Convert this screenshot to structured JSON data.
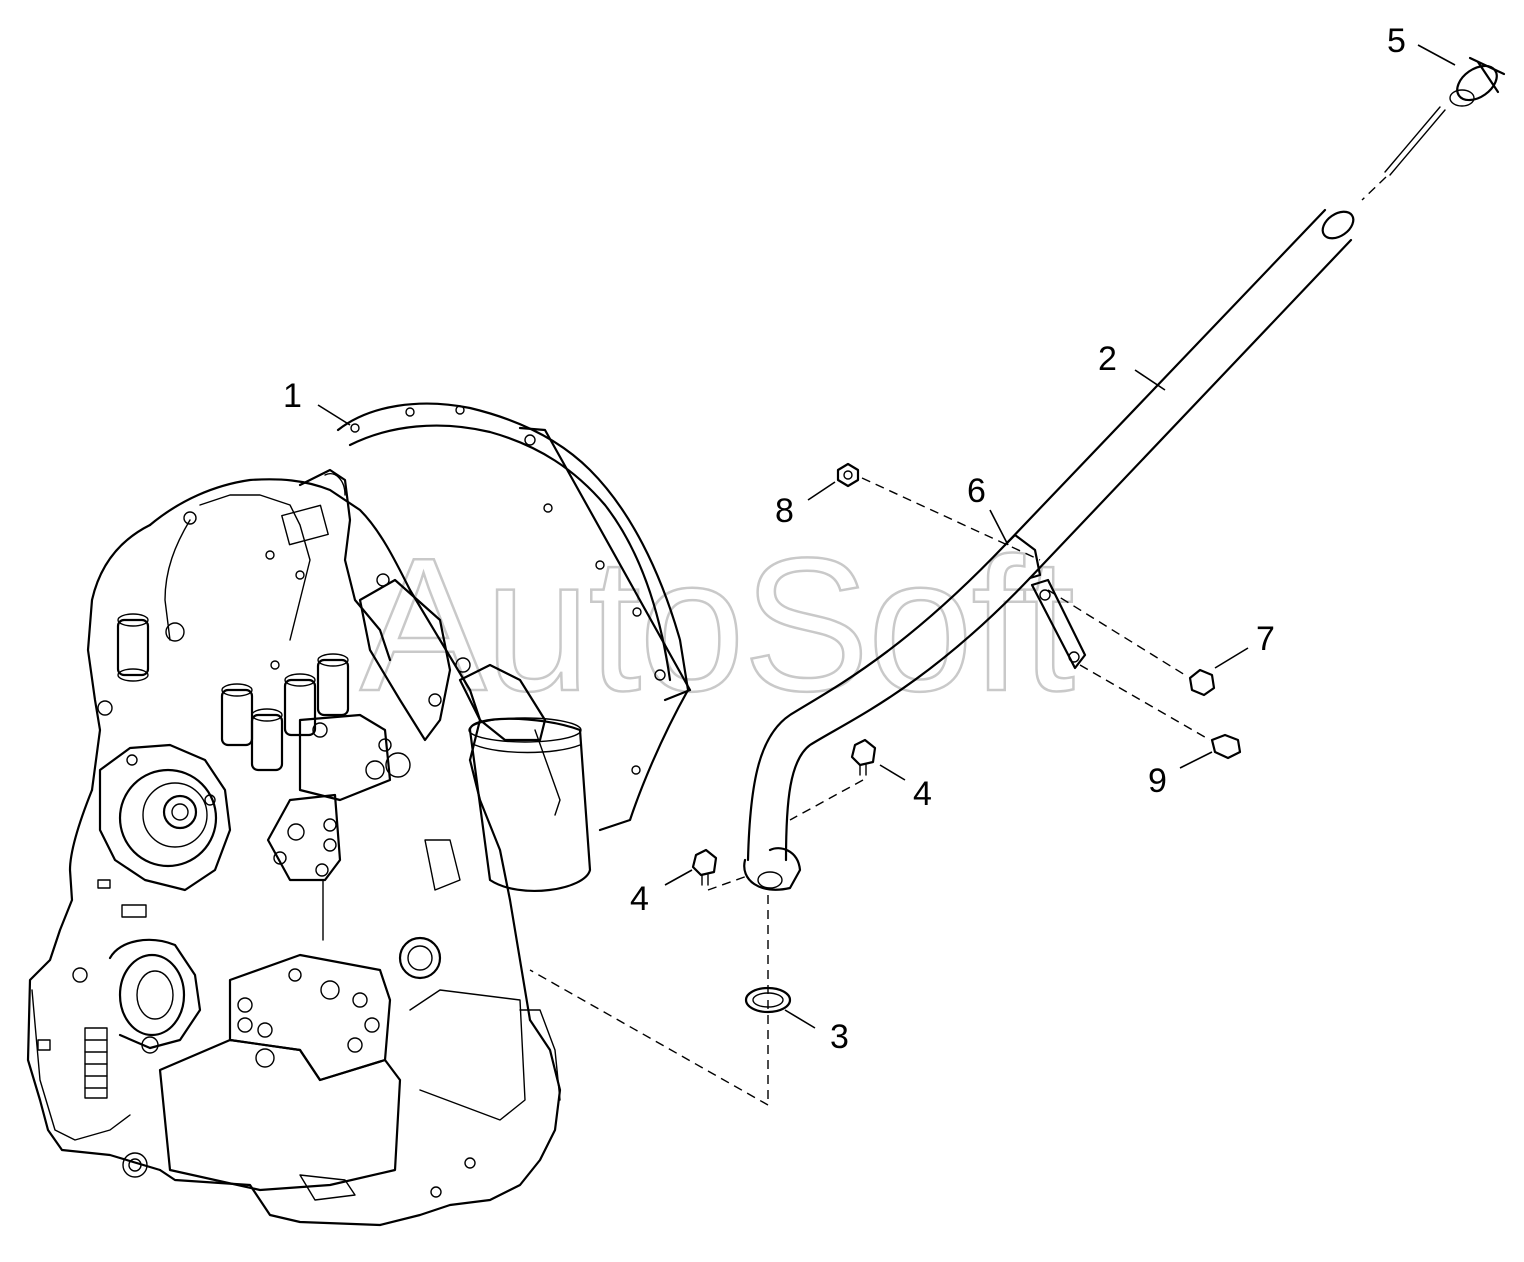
{
  "watermark": "AutoSoft",
  "callouts": [
    {
      "id": "c1",
      "label": "1"
    },
    {
      "id": "c2",
      "label": "2"
    },
    {
      "id": "c3",
      "label": "3"
    },
    {
      "id": "c4a",
      "label": "4"
    },
    {
      "id": "c4b",
      "label": "4"
    },
    {
      "id": "c5",
      "label": "5"
    },
    {
      "id": "c6",
      "label": "6"
    },
    {
      "id": "c7",
      "label": "7"
    },
    {
      "id": "c8",
      "label": "8"
    },
    {
      "id": "c9",
      "label": "9"
    }
  ]
}
